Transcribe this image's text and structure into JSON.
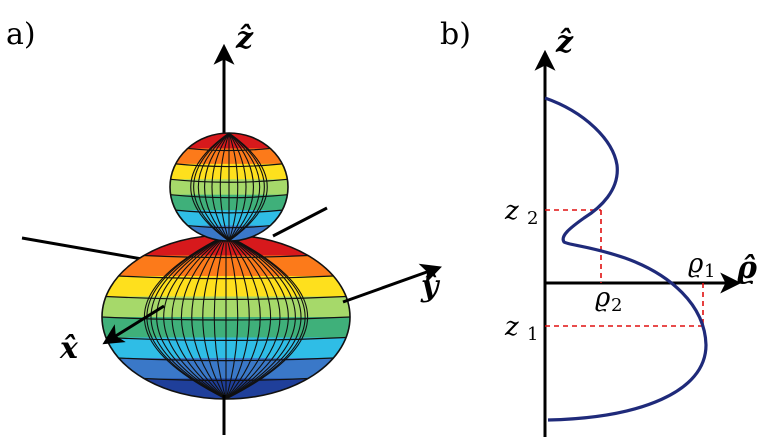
{
  "panel_a": {
    "label": "a)",
    "axis_z": "ẑ",
    "axis_y": "ŷ",
    "axis_x": "x̂"
  },
  "panel_b": {
    "label": "b)",
    "axis_z": "ẑ",
    "axis_rho": "ϱ̂",
    "z1": "z",
    "z1_sub": "1",
    "z2": "z",
    "z2_sub": "2",
    "rho1": "ϱ",
    "rho1_sub": "1",
    "rho2": "ϱ",
    "rho2_sub": "2"
  },
  "colors": {
    "curve": "#1f2a7a",
    "guide": "#e01010",
    "axis": "#000000",
    "band_colors": [
      "#d7191c",
      "#fc7a1a",
      "#fee01d",
      "#a6d96a",
      "#3fb07a",
      "#2fbde6",
      "#3a78c8",
      "#1f3f9a"
    ]
  }
}
